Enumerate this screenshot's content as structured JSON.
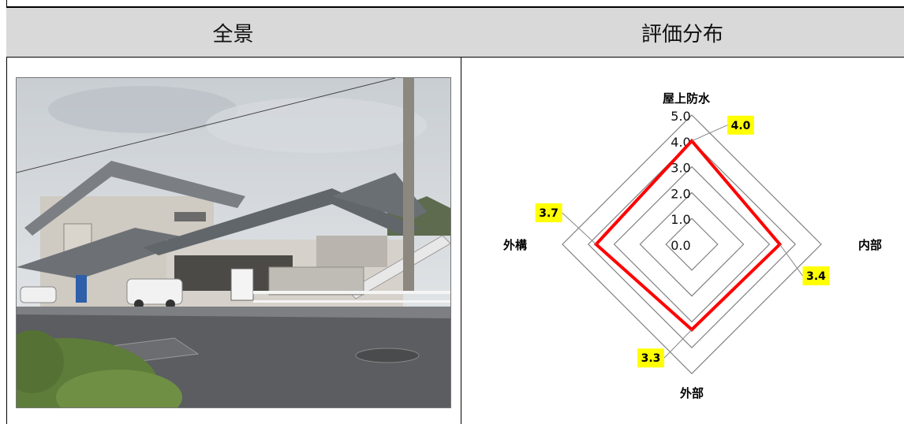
{
  "table": {
    "col_left_header": "全景",
    "col_right_header": "評価分布"
  },
  "photo": {
    "subject": "building-exterior-photo"
  },
  "chart_data": {
    "type": "radar",
    "axes": [
      "屋上防水",
      "内部",
      "外部",
      "外構"
    ],
    "values": [
      4.0,
      3.4,
      3.3,
      3.7
    ],
    "value_labels": [
      "4.0",
      "3.4",
      "3.3",
      "3.7"
    ],
    "range": [
      0,
      5
    ],
    "ticks": [
      "0.0",
      "1.0",
      "2.0",
      "3.0",
      "4.0",
      "5.0"
    ],
    "series_color": "#ff0000",
    "grid_color": "#808080",
    "label_bg": "#ffff00"
  }
}
